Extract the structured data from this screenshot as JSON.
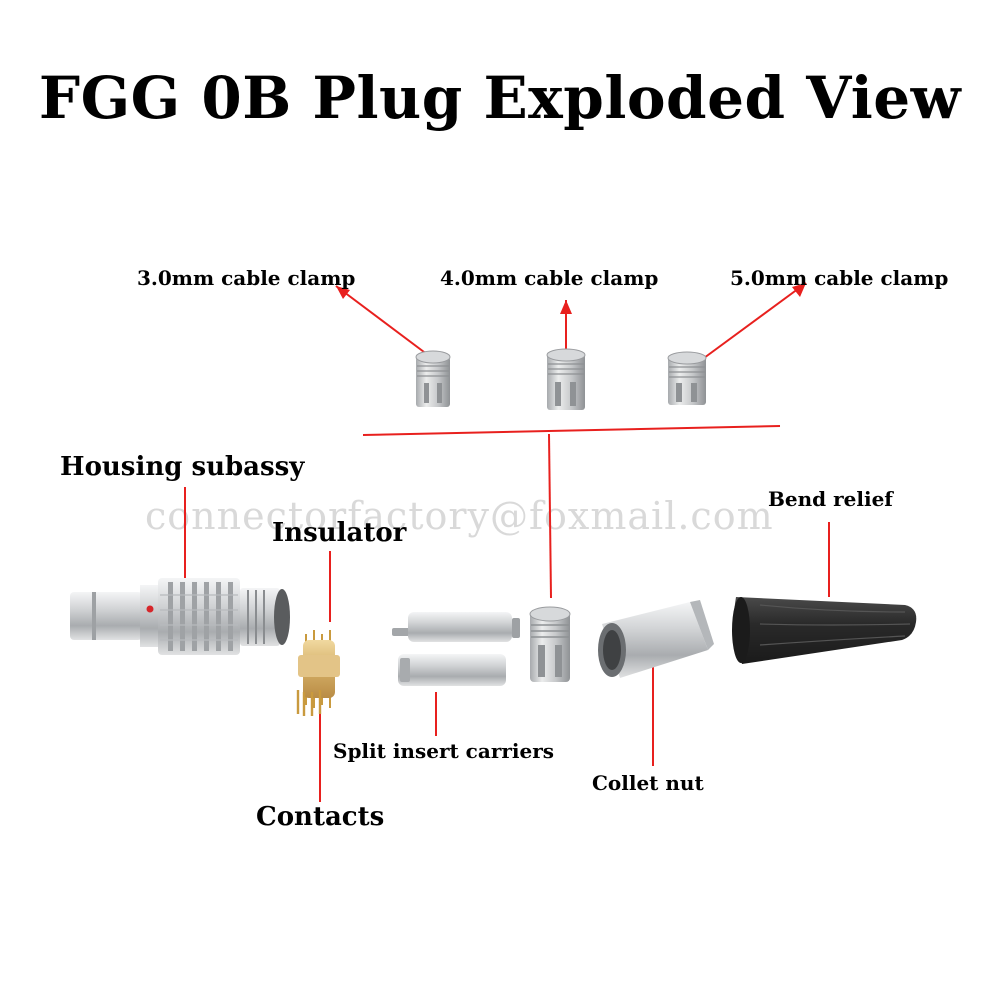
{
  "title": "FGG 0B Plug Exploded View",
  "watermark": "connectorfactory@foxmail.com",
  "labels": {
    "clamp_3mm": "3.0mm cable clamp",
    "clamp_4mm": "4.0mm cable clamp",
    "clamp_5mm": "5.0mm cable clamp",
    "housing": "Housing subassy",
    "insulator": "Insulator",
    "bend_relief": "Bend relief",
    "split_insert": "Split insert carriers",
    "collet_nut": "Collet nut",
    "contacts": "Contacts"
  },
  "colors": {
    "leader_line": "#e8201e",
    "metal": "#c9cbcd",
    "gold": "#d9b36a",
    "bend_relief": "#2d2d2d"
  }
}
